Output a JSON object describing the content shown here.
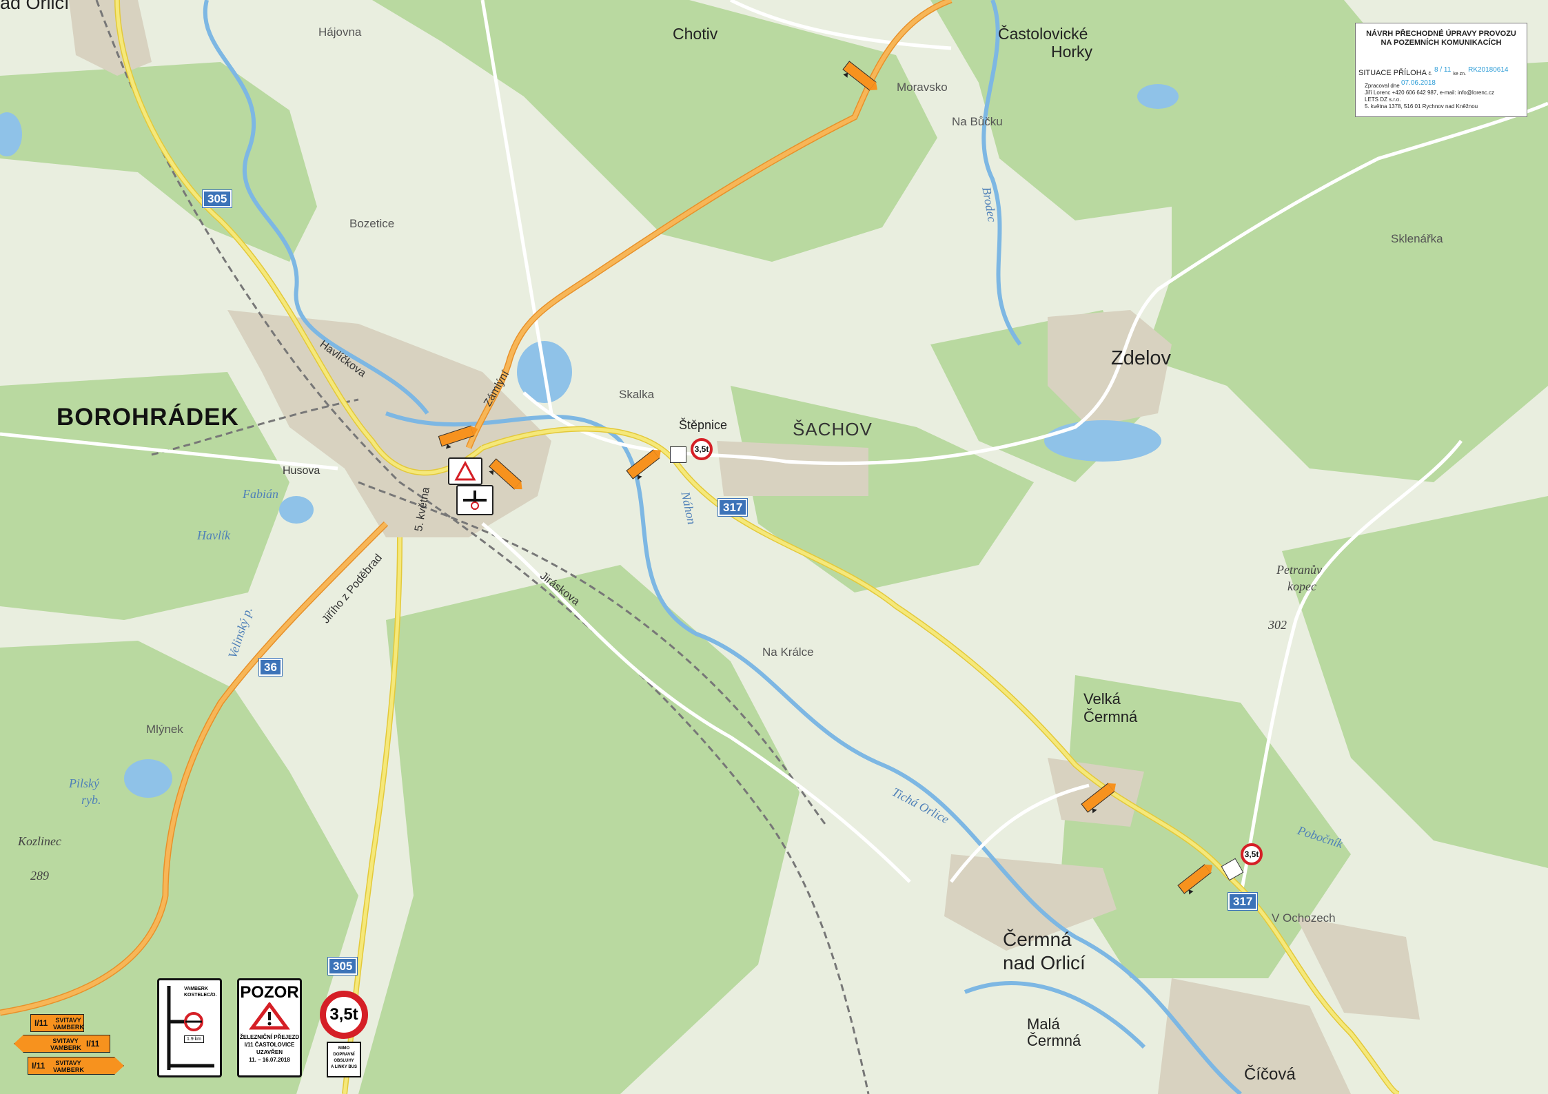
{
  "title_block": {
    "heading_line1": "NÁVRH PŘECHODNÉ ÚPRAVY PROVOZU",
    "heading_line2": "NA POZEMNÍCH KOMUNIKACÍCH",
    "situation_prefix": "SITUACE PŘÍLOHA",
    "situation_c": "č.",
    "attachment_no": "8 / 11",
    "ke_zn": "ke zn.",
    "reference": "RK20180614",
    "prepared_label": "Zpracoval dne",
    "prepared_date": "07.06.2018",
    "contact": "Jiří Lorenc +420 606 642 987, e-mail: info@lorenc.cz",
    "company": "LETS DZ s.r.o.",
    "address": "5. května 1378, 516 01  Rychnov nad Kněžnou"
  },
  "places": {
    "borohradek": "BOROHRÁDEK",
    "nad_orlici_cut": "ad Orlicí",
    "hajovna": "Hájovna",
    "chotiv": "Chotiv",
    "castolovicke": "Častolovické",
    "horky": "Horky",
    "moravsko": "Moravsko",
    "na_bucku": "Na Bůčku",
    "bozetice": "Bozetice",
    "sklenarka": "Sklenářka",
    "zdelov": "Zdelov",
    "skalka": "Skalka",
    "stepnice": "Štěpnice",
    "sachov": "ŠACHOV",
    "petranuv": "Petranův",
    "kopec": "kopec",
    "na_kralce": "Na Králce",
    "velka": "Velká",
    "cermna": "Čermná",
    "mlynek": "Mlýnek",
    "kozlinec": "Kozlinec",
    "v_ochozech": "V Ochozech",
    "cermna_nad": "Čermná",
    "nad_orlici": "nad Orlicí",
    "mala": "Malá",
    "mala_cermna": "Čermná",
    "cicova": "Číčová"
  },
  "water": {
    "brodec": "Brodec",
    "fabian": "Fabián",
    "havlik": "Havlík",
    "nahon": "Náhon",
    "velinsky": "Velinský p.",
    "pilsky": "Pilský",
    "ryb": "ryb.",
    "ticha_orlice": "Tichá Orlice",
    "pobocnik": "Pobočník"
  },
  "streets": {
    "havlickova": "Havlíčkova",
    "zamlyni": "Zámlýní",
    "husova": "Husova",
    "kvetna": "5. května",
    "jiriho": "Jiřího z Poděbrad",
    "jiraskova": "Jiráskova"
  },
  "elevations": {
    "e302": "302",
    "e289": "289"
  },
  "road_numbers": {
    "r305a": "305",
    "r317a": "317",
    "r36": "36",
    "r317b": "317",
    "r305b": "305"
  },
  "colors": {
    "forest": "#b9d9a0",
    "meadow": "#e9eedf",
    "water": "#8fc2e8",
    "road_primary": "#f7a53a",
    "road_secondary": "#f3df4c",
    "town": "#d8d2c0",
    "detour_sign": "#f7921e",
    "prohibition_red": "#d51f26"
  },
  "legend": {
    "junction_line1": "VAMBERK",
    "junction_line2": "KOSTELEC/O.",
    "junction_distance": "1.9 km",
    "warning_title": "POZOR",
    "warning_line1": "ŽELEZNIČNÍ PŘEJEZD",
    "warning_line2": "I/11 ČASTOLOVICE",
    "warning_line3": "UZAVŘEN",
    "warning_line4": "11. – 16.07.2018",
    "weight_limit": "3,5t",
    "weight_plate_line1": "MIMO",
    "weight_plate_line2": "DOPRAVNÍ",
    "weight_plate_line3": "OBSLUHY",
    "weight_plate_line4": "A LINKY BUS",
    "dir_signs": [
      {
        "num": "I/11",
        "line1": "SVITAVY",
        "line2": "VAMBERK"
      },
      {
        "num": "I/11",
        "line1": "SVITAVY",
        "line2": "VAMBERK"
      },
      {
        "num": "I/11",
        "line1": "SVITAVY",
        "line2": "VAMBERK"
      }
    ]
  },
  "map_weight_sign": "3,5t"
}
